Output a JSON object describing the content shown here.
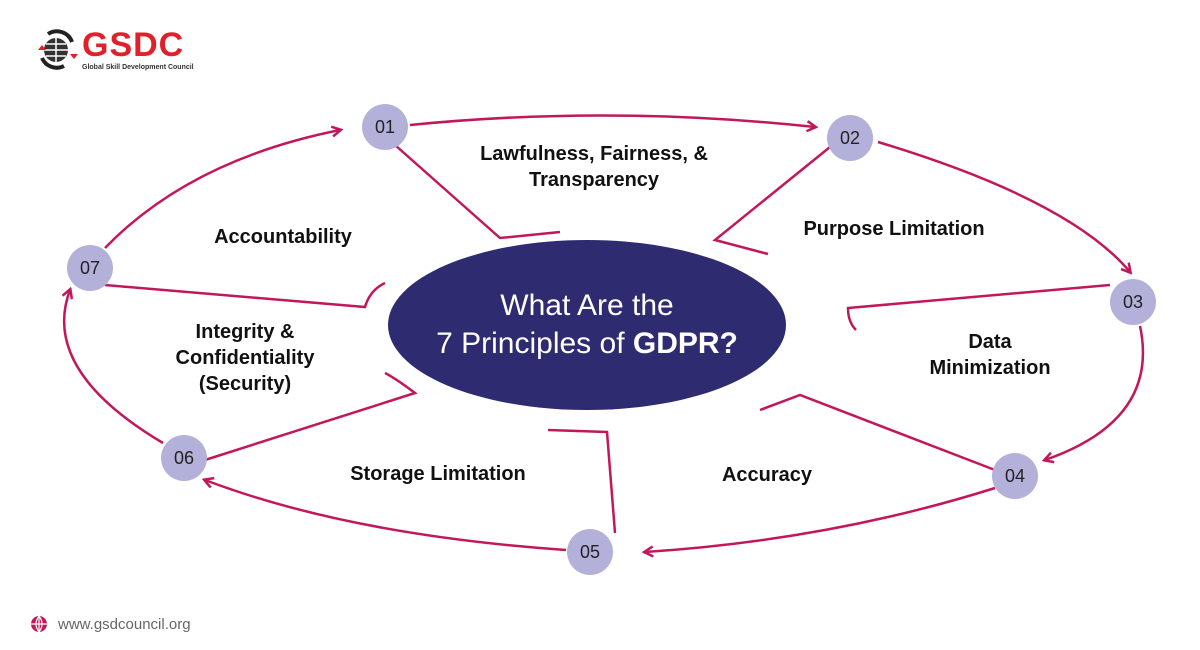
{
  "brand": {
    "name": "GSDC",
    "tagline": "Global Skill Development Council"
  },
  "center": {
    "line1": "What Are the",
    "line2_prefix": "7 Principles of ",
    "line2_bold": "GDPR?"
  },
  "principles": [
    {
      "number": "01",
      "label": "Lawfulness, Fairness, &",
      "label2": "Transparency"
    },
    {
      "number": "02",
      "label": "Purpose Limitation"
    },
    {
      "number": "03",
      "label": "Data",
      "label2": "Minimization"
    },
    {
      "number": "04",
      "label": "Accuracy"
    },
    {
      "number": "05",
      "label": "Storage Limitation"
    },
    {
      "number": "06",
      "label": "Integrity &",
      "label2": "Confidentiality",
      "label3": "(Security)"
    },
    {
      "number": "07",
      "label": "Accountability"
    }
  ],
  "footer": {
    "url": "www.gsdcouncil.org",
    "icon": "globe-icon"
  },
  "colors": {
    "line": "#c2185b",
    "node": "#b3b0da",
    "center": "#2e2b70",
    "brand": "#e0202a"
  }
}
